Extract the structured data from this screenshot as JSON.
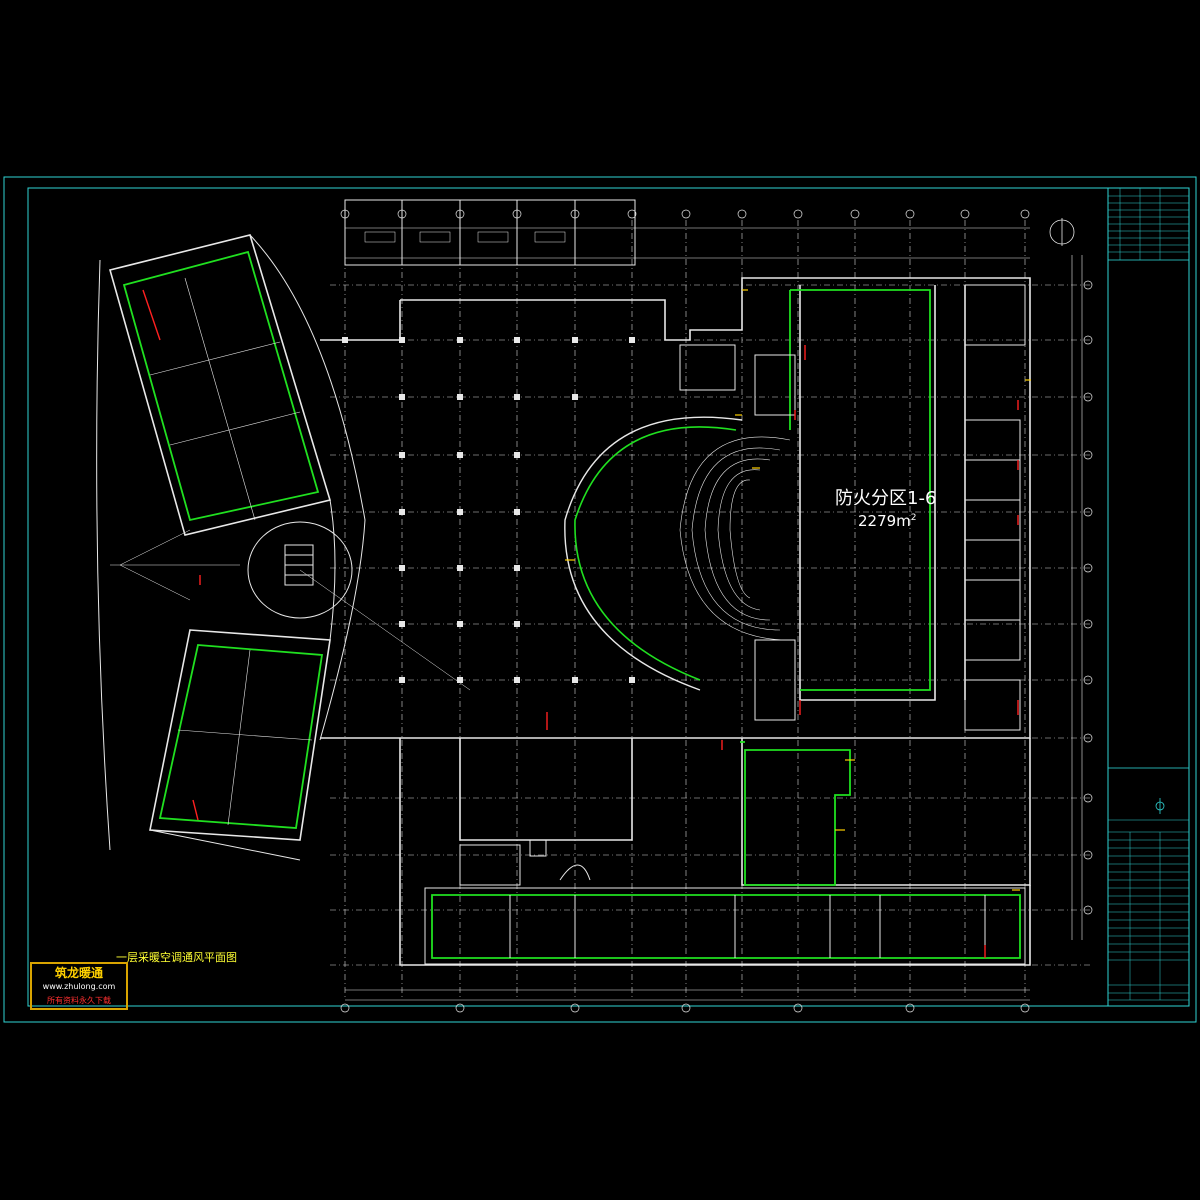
{
  "drawing": {
    "plan_title": "一层采暖空调通风平面图",
    "fire_zone": {
      "label": "防火分区1-6",
      "area_value": "2279m",
      "area_unit_sup": "2"
    }
  },
  "watermark": {
    "brand": "筑龙暖通",
    "url": "www.zhulong.com",
    "note": "所有资料永久下载"
  },
  "colors": {
    "background": "#000000",
    "frame": "#2fd4d4",
    "walls": "#e8e8e8",
    "fire_boundary": "#20e020",
    "title": "#ffff33",
    "watermark_border": "#d9a400"
  }
}
